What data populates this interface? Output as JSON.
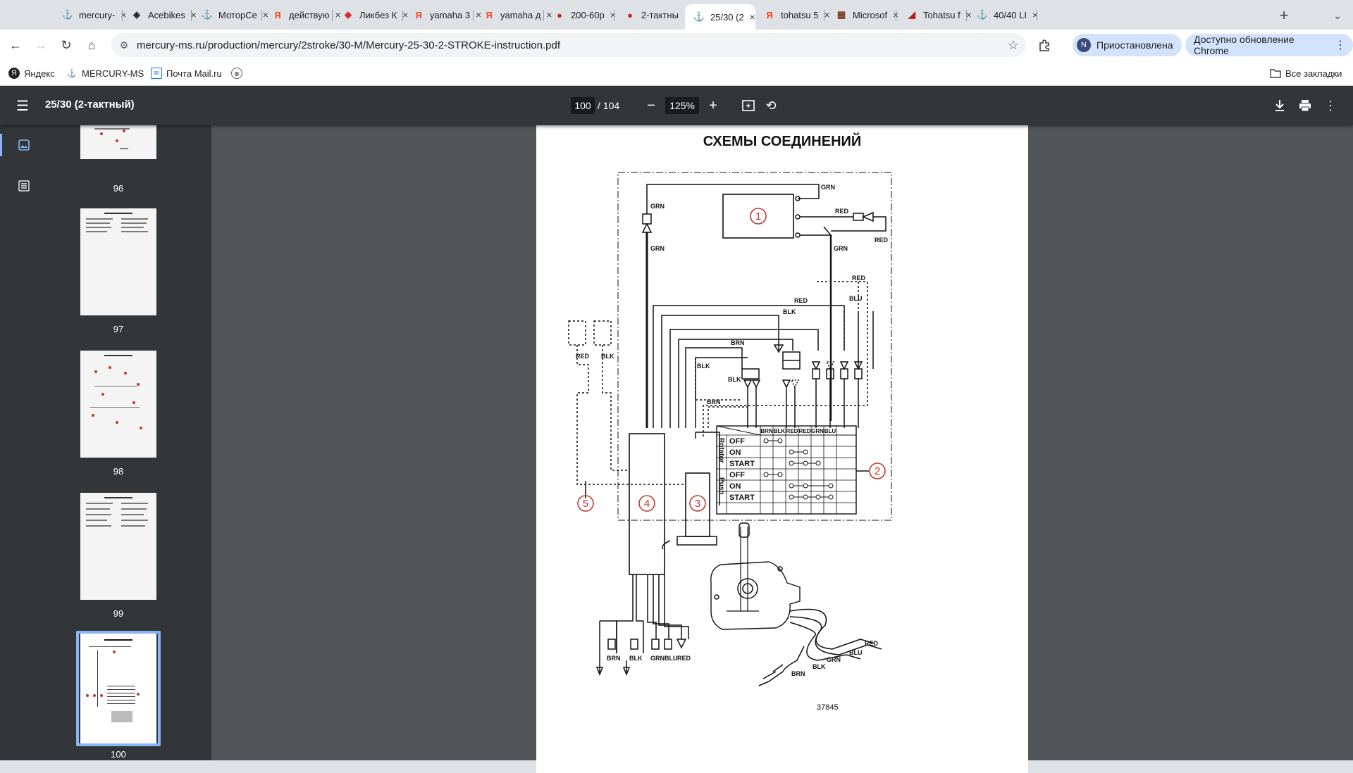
{
  "browser": {
    "tabs": [
      {
        "title": "mercury-",
        "favicon": "propeller-icon",
        "color": "#202124",
        "glyph": "⚓"
      },
      {
        "title": "Acebikes",
        "favicon": "acebikes-icon",
        "color": "#202124",
        "glyph": "◈"
      },
      {
        "title": "МоторСе",
        "favicon": "propeller-icon",
        "color": "#202124",
        "glyph": "⚓"
      },
      {
        "title": "действую",
        "favicon": "yandex-icon",
        "color": "#fc3f1d",
        "glyph": "Я"
      },
      {
        "title": "Ликбез К",
        "favicon": "likbez-icon",
        "color": "#d32f2f",
        "glyph": "◆"
      },
      {
        "title": "yamaha 3",
        "favicon": "yandex-icon",
        "color": "#fc3f1d",
        "glyph": "Я"
      },
      {
        "title": "yamaha д",
        "favicon": "yandex-icon",
        "color": "#fc3f1d",
        "glyph": "Я"
      },
      {
        "title": "200-60р",
        "favicon": "site-icon",
        "color": "#c62828",
        "glyph": "●"
      },
      {
        "title": "2-тактны",
        "favicon": "site-icon",
        "color": "#c62828",
        "glyph": "●"
      },
      {
        "title": "25/30 (2",
        "favicon": "propeller-icon",
        "color": "#202124",
        "glyph": "⚓"
      },
      {
        "title": "tohatsu 5",
        "favicon": "yandex-icon",
        "color": "#fc3f1d",
        "glyph": "Я"
      },
      {
        "title": "Microsof",
        "favicon": "microsoft-icon",
        "color": "#7a3b1d",
        "glyph": "▦"
      },
      {
        "title": "Tohatsu f",
        "favicon": "tohatsu-icon",
        "color": "#b71c1c",
        "glyph": "◢"
      },
      {
        "title": "40/40 LI",
        "favicon": "propeller-icon",
        "color": "#202124",
        "glyph": "⚓"
      }
    ],
    "active_tab_index": 9,
    "new_tab_glyph": "+",
    "url": "mercury-ms.ru/production/mercury/2stroke/30-M/Mercury-25-30-2-STROKE-instruction.pdf",
    "profile_initial": "N",
    "profile_status": "Приостановлена",
    "update_label": "Доступно обновление Chrome",
    "bookmarks": [
      {
        "label": "Яндекс",
        "icon": "yandex-icon"
      },
      {
        "label": "MERCURY-MS",
        "icon": "propeller-icon"
      },
      {
        "label": "Почта Mail.ru",
        "icon": "mail-icon"
      }
    ],
    "all_bookmarks_label": "Все закладки"
  },
  "pdf": {
    "title": "25/30 (2-тактный)",
    "current_page": "100",
    "total_pages": "/ 104",
    "zoom": "125%",
    "thumbnails": [
      {
        "label": "96",
        "active": false
      },
      {
        "label": "97",
        "active": false
      },
      {
        "label": "98",
        "active": false
      },
      {
        "label": "99",
        "active": false
      },
      {
        "label": "100",
        "active": true
      }
    ]
  },
  "page": {
    "heading": "СХЕМЫ СОЕДИНЕНИЙ",
    "figure_number": "37845",
    "callouts": [
      "1",
      "2",
      "3",
      "4",
      "5"
    ],
    "wire_labels": {
      "grn": "GRN",
      "red": "RED",
      "blk": "BLK",
      "brn": "BRN",
      "blu": "BLU"
    },
    "switch_table": {
      "columns": [
        "BRN",
        "BLK",
        "RED",
        "RED",
        "GRN",
        "BLU"
      ],
      "group_rotator": "Rotator",
      "group_push": "Push",
      "rows": [
        "OFF",
        "ON",
        "START",
        "OFF",
        "ON",
        "START"
      ]
    },
    "colors": {
      "callout": "#c0392b",
      "ink": "#111111"
    }
  }
}
